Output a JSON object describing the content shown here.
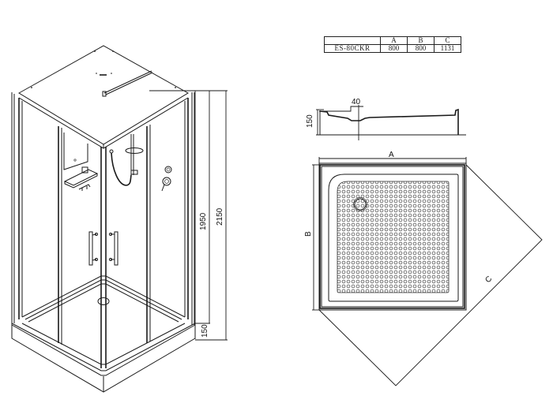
{
  "spec_table": {
    "headers": [
      "",
      "A",
      "B",
      "C"
    ],
    "rows": [
      {
        "model": "ES-80CKR",
        "A": "800",
        "B": "800",
        "C": "1131"
      }
    ]
  },
  "cabin_elevation": {
    "dims": {
      "cabin_height": "1950",
      "total_height": "2150",
      "tray_height": "150"
    }
  },
  "tray_section": {
    "dims": {
      "height": "150",
      "drain_offset": "40"
    }
  },
  "tray_plan": {
    "labels": {
      "width": "A",
      "depth": "B",
      "diagonal": "C"
    }
  },
  "colors": {
    "line": "#1a1a1a",
    "background": "#ffffff",
    "texture": "#555555"
  }
}
